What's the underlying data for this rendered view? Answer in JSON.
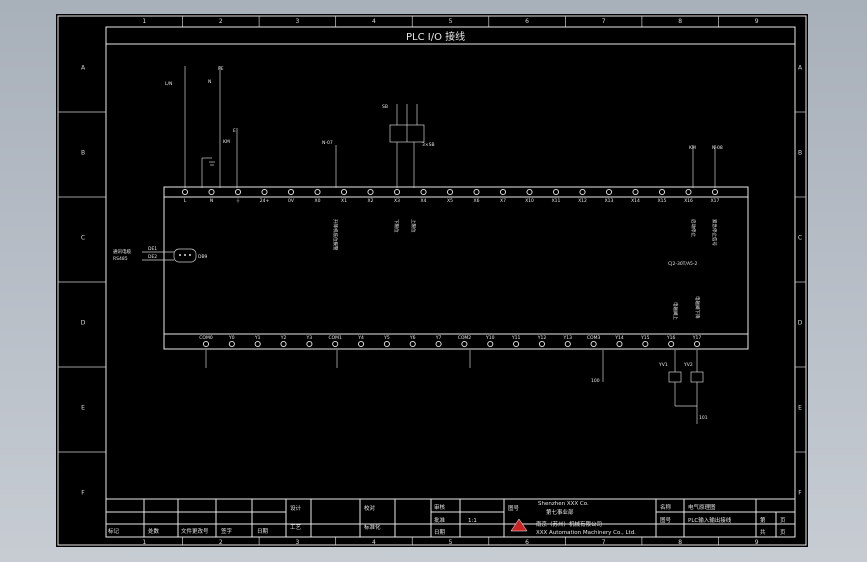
{
  "drawing": {
    "title": "PLC I/O 接线",
    "model": "CJ2-30T/A5-2",
    "col_numbers": [
      "1",
      "2",
      "3",
      "4",
      "5",
      "6",
      "7",
      "8",
      "9"
    ],
    "row_letters": [
      "A",
      "B",
      "C",
      "D",
      "E",
      "F"
    ]
  },
  "plc": {
    "top_terminals": [
      {
        "label": "L"
      },
      {
        "label": "N"
      },
      {
        "label": "⏚"
      },
      {
        "label": "24+"
      },
      {
        "label": "0V"
      },
      {
        "label": "X0"
      },
      {
        "label": "X1"
      },
      {
        "label": "X2"
      },
      {
        "label": "X3"
      },
      {
        "label": "X4"
      },
      {
        "label": "X5"
      },
      {
        "label": "X6"
      },
      {
        "label": "X7"
      },
      {
        "label": "X10"
      },
      {
        "label": "X11"
      },
      {
        "label": "X12"
      },
      {
        "label": "X13"
      },
      {
        "label": "X14"
      },
      {
        "label": "X15"
      },
      {
        "label": "X16"
      },
      {
        "label": "X17"
      }
    ],
    "bottom_terminals": [
      {
        "label": "COM0"
      },
      {
        "label": "Y0"
      },
      {
        "label": "Y1"
      },
      {
        "label": "Y2"
      },
      {
        "label": "Y3"
      },
      {
        "label": "COM1"
      },
      {
        "label": "Y4"
      },
      {
        "label": "Y5"
      },
      {
        "label": "Y6"
      },
      {
        "label": "Y7"
      },
      {
        "label": "COM2"
      },
      {
        "label": "Y10"
      },
      {
        "label": "Y11"
      },
      {
        "label": "Y12"
      },
      {
        "label": "Y13"
      },
      {
        "label": "COM3"
      },
      {
        "label": "Y14"
      },
      {
        "label": "Y15"
      },
      {
        "label": "Y16"
      },
      {
        "label": "Y17"
      }
    ],
    "top_notes": [
      "升降机低位报警",
      "下限位",
      "上限位",
      "启动停止",
      "紧急停止信号"
    ],
    "bottom_notes": [
      "电磁阀上",
      "电磁阀下降"
    ],
    "rs_port": {
      "lines": [
        "通讯电缆",
        "RS485"
      ],
      "pins": [
        "DE1",
        "DE2"
      ],
      "connector": "DB9"
    }
  },
  "wires": {
    "top": [
      "L/N",
      "N",
      "PE",
      "E",
      "N-07",
      "KM",
      "SB",
      "KM",
      "N-08"
    ],
    "bottom": [
      "100",
      "YV1",
      "YV2",
      "101"
    ],
    "switch_block": "3×SB"
  },
  "title_block": {
    "rev_headers": [
      "标记",
      "处数",
      "文件更改号",
      "签字",
      "日期"
    ],
    "roles": [
      "设计",
      "工艺",
      "校对",
      "标准化",
      "审核",
      "批准",
      "日期"
    ],
    "scale_label": "图号",
    "scale_value": "1:1",
    "company_en": "Shenzhen XXX Co.",
    "company_cn": "南京（苏州）机械有限公司",
    "company_sub": "XXX Automation Machinery Co., Ltd.",
    "dept": "第七事业部",
    "drawing_name_label": "名称",
    "drawing_name": "电气原理图",
    "drawing_no_label": "图号",
    "drawing_no": "PLC输入输出接线",
    "sheet_label": "第",
    "sheet_value": "页",
    "total_label": "共",
    "total_value": "页"
  }
}
